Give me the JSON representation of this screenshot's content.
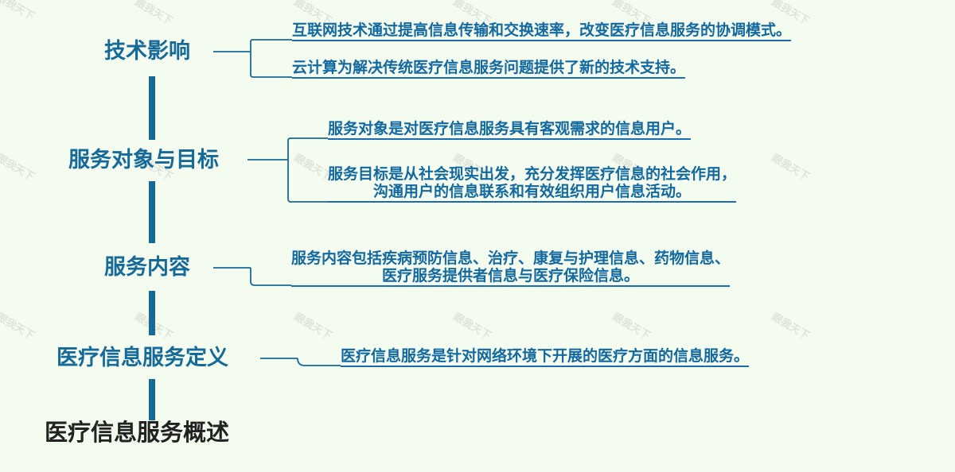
{
  "root": {
    "label": "医疗信息服务概述"
  },
  "branches": [
    {
      "label": "技术影响",
      "leaves": [
        {
          "lines": [
            "互联网技术通过提高信息传输和交换速率，改变医疗信息服务的协调模式。"
          ]
        },
        {
          "lines": [
            "云计算为解决传统医疗信息服务问题提供了新的技术支持。"
          ]
        }
      ]
    },
    {
      "label": "服务对象与目标",
      "leaves": [
        {
          "lines": [
            "服务对象是对医疗信息服务具有客观需求的信息用户。"
          ]
        },
        {
          "lines": [
            "服务目标是从社会现实出发，充分发挥医疗信息的社会作用，",
            "沟通用户的信息联系和有效组织用户信息活动。"
          ]
        }
      ]
    },
    {
      "label": "服务内容",
      "leaves": [
        {
          "lines": [
            "服务内容包括疾病预防信息、治疗、康复与护理信息、药物信息、",
            "医疗服务提供者信息与医疗保险信息。"
          ]
        }
      ]
    },
    {
      "label": "医疗信息服务定义",
      "leaves": [
        {
          "lines": [
            "医疗信息服务是针对网络环境下开展的医疗方面的信息服务。"
          ]
        }
      ]
    }
  ],
  "watermark": {
    "text": "跟我天下"
  },
  "colors": {
    "accent": "#166a9a",
    "leaf_text": "#1268a0",
    "underline": "#1a6cae",
    "background": "#f4fbef",
    "root_text": "#222222"
  }
}
